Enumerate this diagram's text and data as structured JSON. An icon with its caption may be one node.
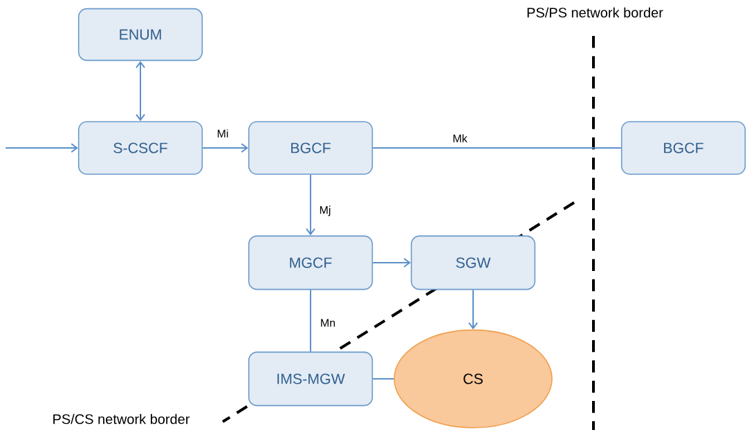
{
  "diagram": {
    "nodes": [
      {
        "text": [
          "ENUM"
        ]
      },
      {
        "text": [
          "S-CSCF"
        ]
      },
      {
        "text": [
          "BGCF"
        ]
      },
      {
        "text": [
          "BGCF"
        ]
      },
      {
        "text": [
          "MGCF"
        ]
      },
      {
        "text": [
          "SGW"
        ]
      },
      {
        "text": [
          "IMS-MGW"
        ]
      },
      {
        "text": [
          "CS"
        ]
      }
    ],
    "edges": [
      {
        "from": 0,
        "to": 1,
        "arrow": "both"
      },
      {
        "from": null,
        "to": 1,
        "arrow": "to"
      },
      {
        "from": 1,
        "to": 2,
        "arrow": "to",
        "label": "Mi"
      },
      {
        "from": 2,
        "to": 3,
        "arrow": "none",
        "label": "Mk"
      },
      {
        "from": 2,
        "to": 4,
        "arrow": "to",
        "label": "Mj"
      },
      {
        "from": 4,
        "to": 5,
        "arrow": "to"
      },
      {
        "from": 5,
        "to": 7,
        "arrow": "to"
      },
      {
        "from": 4,
        "to": 6,
        "arrow": "none",
        "label": "Mn"
      },
      {
        "from": 6,
        "to": 7,
        "arrow": "none"
      }
    ],
    "labels": [
      "PS/PS network border",
      "PS/CS network border"
    ]
  }
}
